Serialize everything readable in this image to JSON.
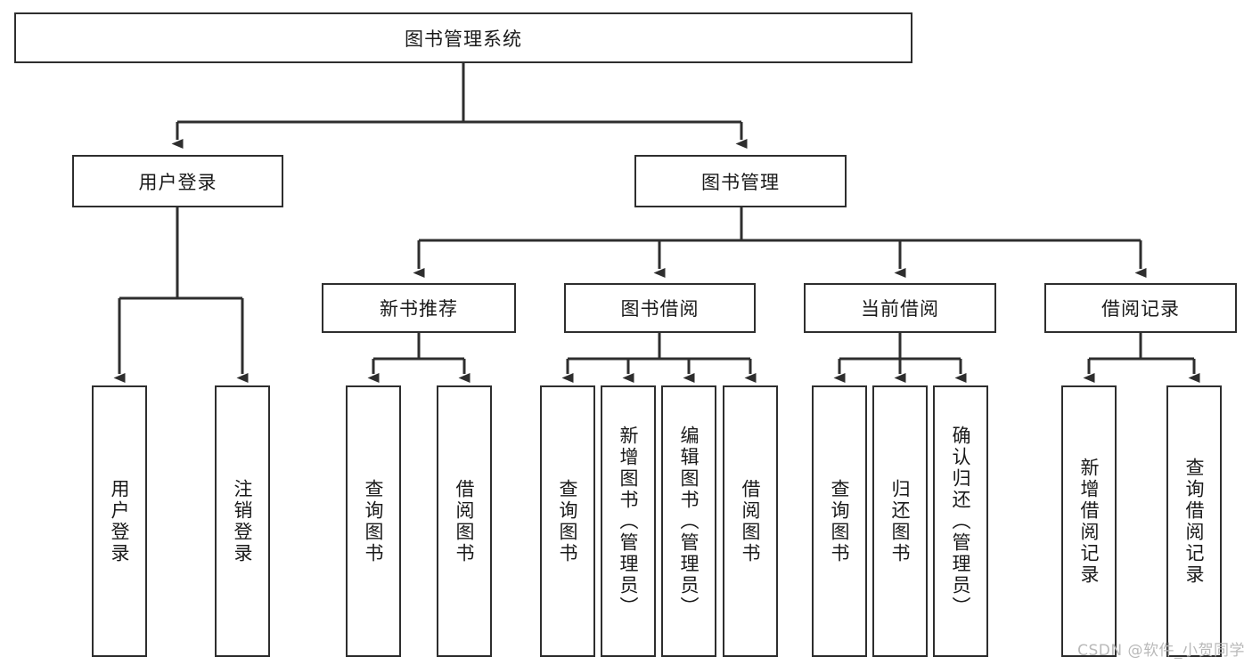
{
  "diagram": {
    "type": "tree-hierarchy-chart",
    "title": "图书管理系统",
    "colors": {
      "box_border": "#2e2e2e",
      "box_fill": "#ffffff",
      "edge": "#2e2e2e",
      "text": "#1a1a1a",
      "watermark": "#b9b9b9",
      "background": "#ffffff"
    },
    "root": {
      "label": "图书管理系统",
      "orientation": "horizontal"
    },
    "level2": [
      {
        "id": "user-login",
        "label": "用户登录",
        "orientation": "horizontal"
      },
      {
        "id": "book-management",
        "label": "图书管理",
        "orientation": "horizontal"
      }
    ],
    "level3": [
      {
        "id": "new-book-recommend",
        "label": "新书推荐",
        "parent": "book-management",
        "orientation": "horizontal"
      },
      {
        "id": "book-borrow",
        "label": "图书借阅",
        "parent": "book-management",
        "orientation": "horizontal"
      },
      {
        "id": "current-borrow",
        "label": "当前借阅",
        "parent": "book-management",
        "orientation": "horizontal"
      },
      {
        "id": "borrow-record",
        "label": "借阅记录",
        "parent": "book-management",
        "orientation": "horizontal"
      }
    ],
    "leaves": [
      {
        "id": "leaf-user-login",
        "label": "用户登录",
        "parent": "user-login",
        "orientation": "vertical"
      },
      {
        "id": "leaf-logout-login",
        "label": "注销登录",
        "parent": "user-login",
        "orientation": "vertical"
      },
      {
        "id": "leaf-query-book-1",
        "label": "查询图书",
        "parent": "new-book-recommend",
        "orientation": "vertical"
      },
      {
        "id": "leaf-borrow-book-1",
        "label": "借阅图书",
        "parent": "new-book-recommend",
        "orientation": "vertical"
      },
      {
        "id": "leaf-query-book-2",
        "label": "查询图书",
        "parent": "book-borrow",
        "orientation": "vertical"
      },
      {
        "id": "leaf-add-book-admin",
        "label": "新增图书（管理员）",
        "parent": "book-borrow",
        "orientation": "vertical"
      },
      {
        "id": "leaf-edit-book-admin",
        "label": "编辑图书（管理员）",
        "parent": "book-borrow",
        "orientation": "vertical"
      },
      {
        "id": "leaf-borrow-book-2",
        "label": "借阅图书",
        "parent": "book-borrow",
        "orientation": "vertical"
      },
      {
        "id": "leaf-query-book-3",
        "label": "查询图书",
        "parent": "current-borrow",
        "orientation": "vertical"
      },
      {
        "id": "leaf-return-book",
        "label": "归还图书",
        "parent": "current-borrow",
        "orientation": "vertical"
      },
      {
        "id": "leaf-confirm-return-admin",
        "label": "确认归还（管理员）",
        "parent": "current-borrow",
        "orientation": "vertical"
      },
      {
        "id": "leaf-add-borrow-record",
        "label": "新增借阅记录",
        "parent": "borrow-record",
        "orientation": "vertical"
      },
      {
        "id": "leaf-query-borrow-record",
        "label": "查询借阅记录",
        "parent": "borrow-record",
        "orientation": "vertical"
      }
    ],
    "watermark": "CSDN @软件_小贺同学"
  }
}
